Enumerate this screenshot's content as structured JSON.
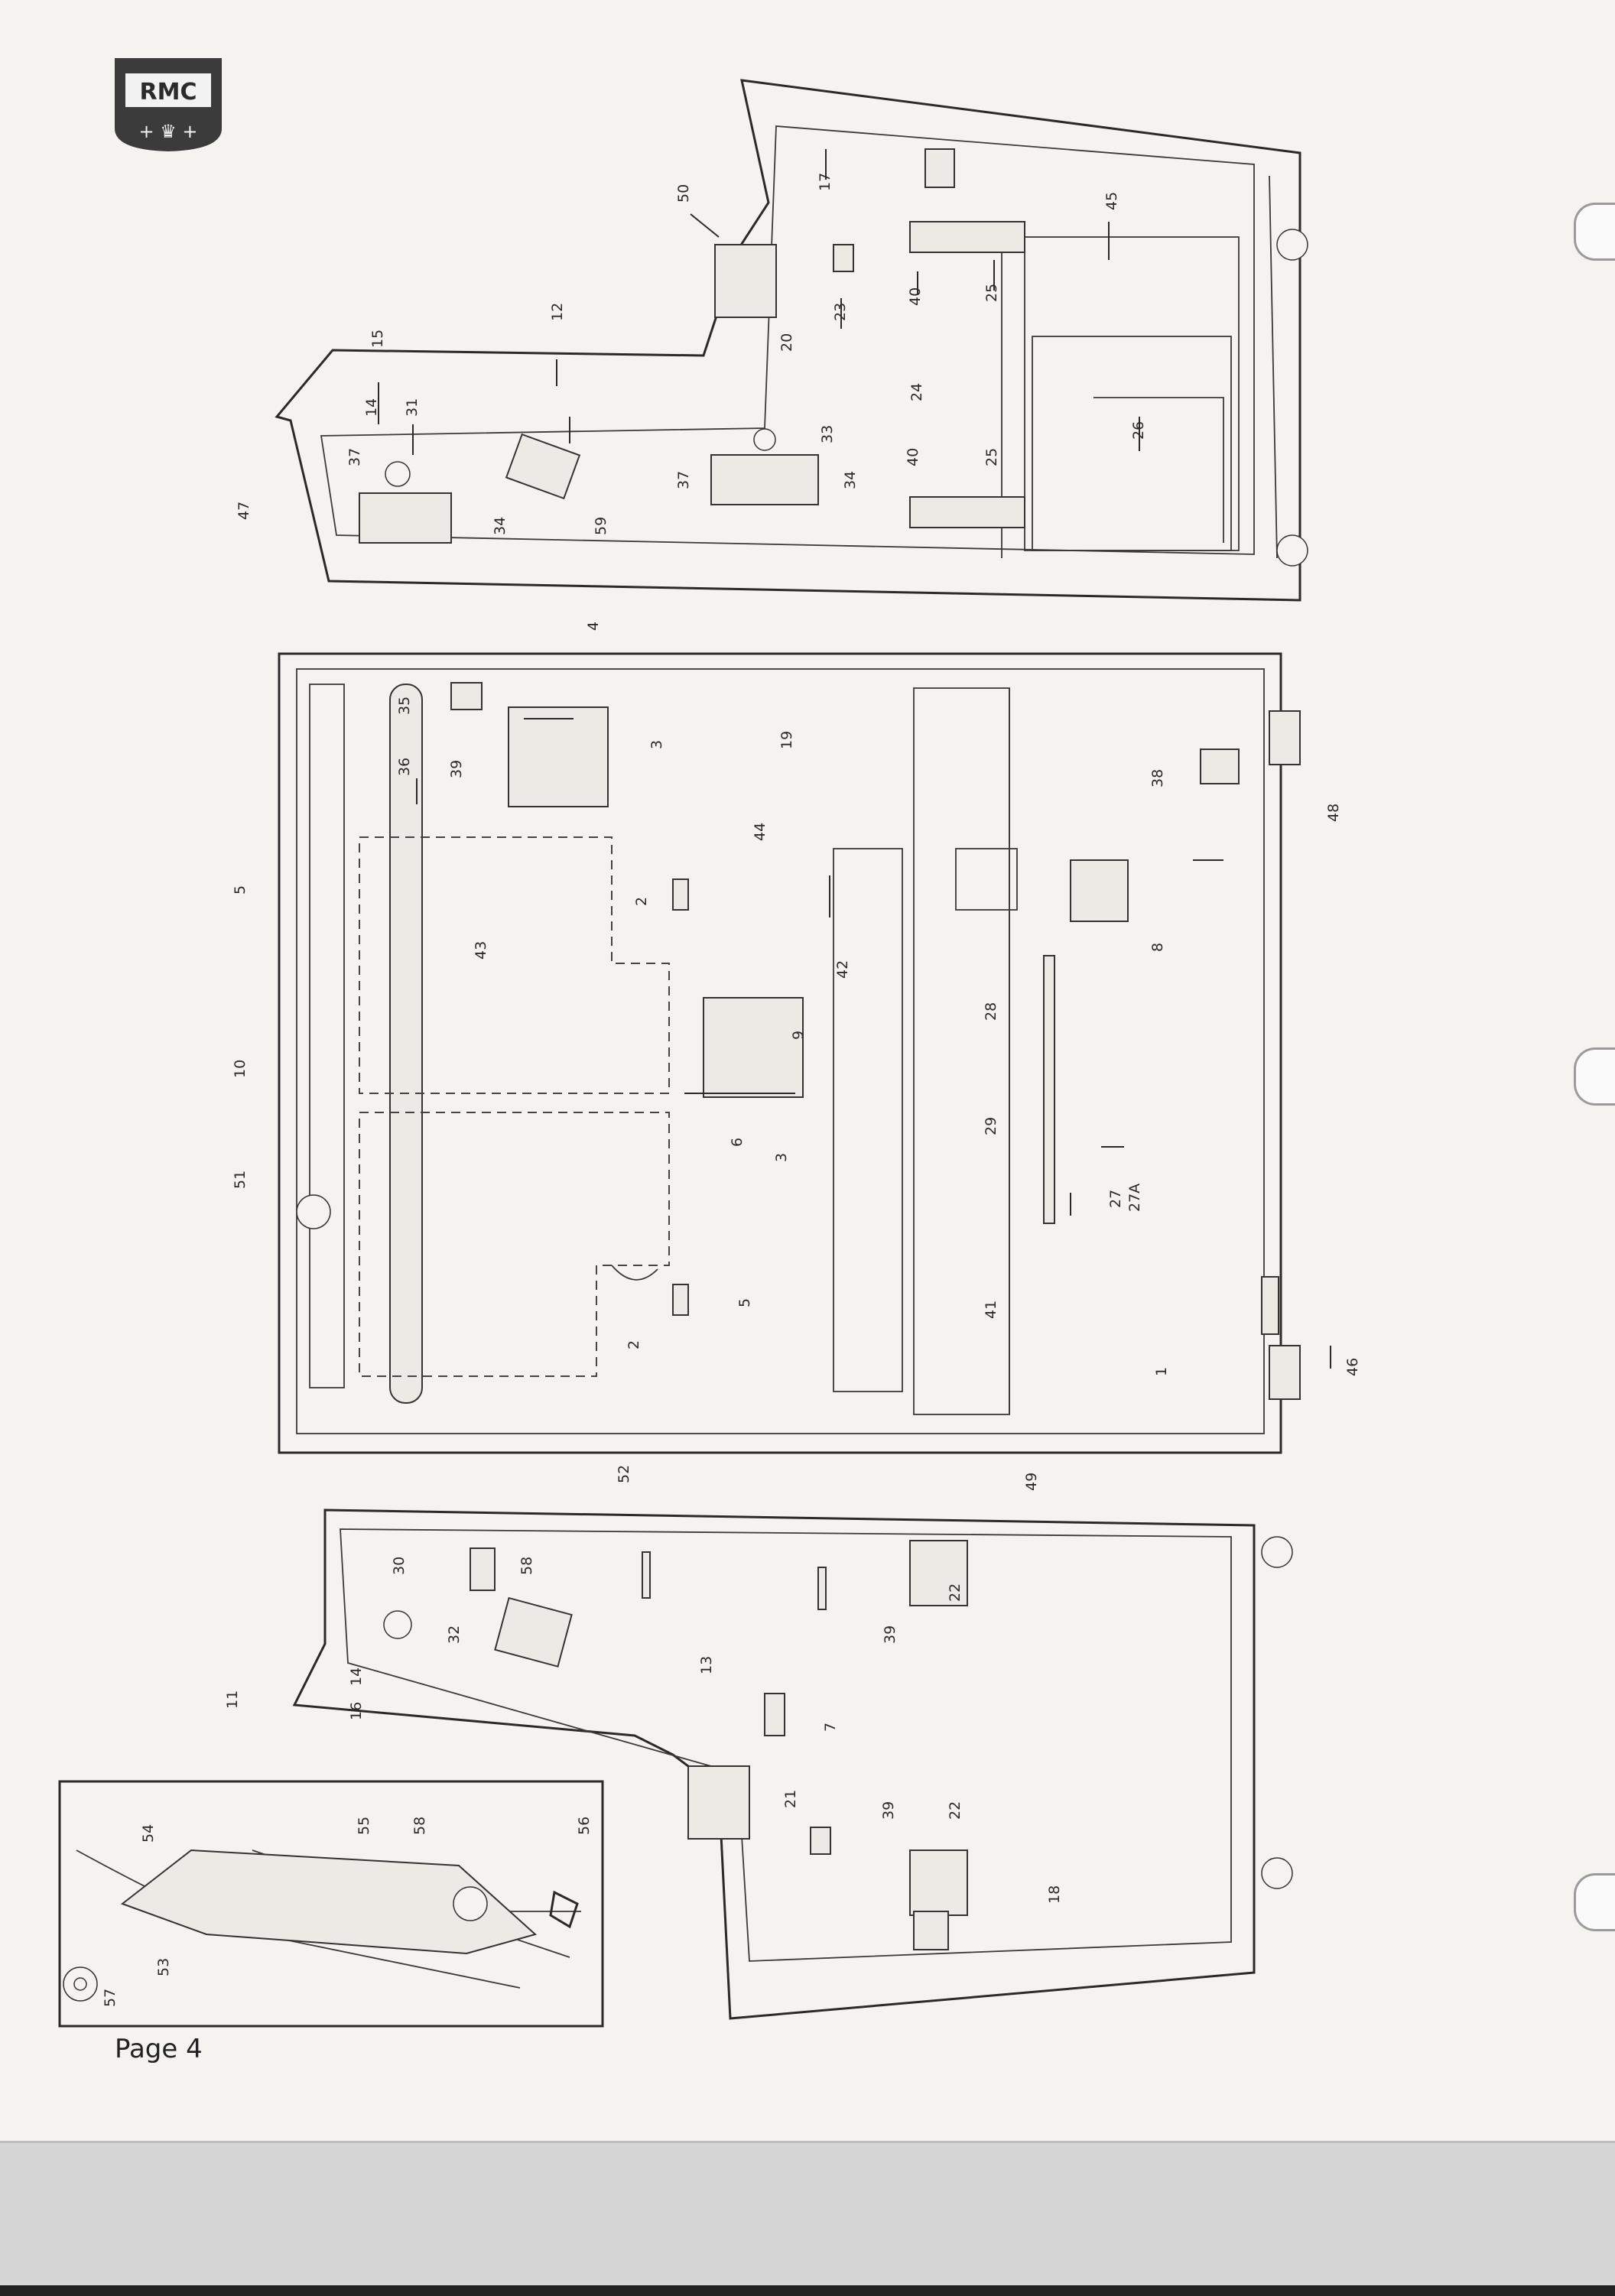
{
  "page": {
    "label": "Page 4"
  },
  "logo": {
    "text": "RMC"
  },
  "right_side_panel": {
    "callouts": [
      "50",
      "17",
      "45",
      "12",
      "23",
      "20",
      "40",
      "25",
      "15",
      "14",
      "31",
      "24",
      "47",
      "37",
      "33",
      "26",
      "34",
      "40",
      "25",
      "59",
      "37",
      "34",
      "4"
    ]
  },
  "cabinet": {
    "callouts": [
      "35",
      "36",
      "39",
      "3",
      "19",
      "5",
      "44",
      "2",
      "43",
      "42",
      "10",
      "9",
      "6",
      "3",
      "28",
      "29",
      "27",
      "27A",
      "51",
      "8",
      "38",
      "48",
      "5",
      "2",
      "41",
      "49",
      "1",
      "46"
    ]
  },
  "left_side_panel": {
    "callouts": [
      "52",
      "30",
      "58",
      "32",
      "13",
      "39",
      "22",
      "11",
      "14",
      "16",
      "7",
      "21",
      "39",
      "22",
      "18"
    ]
  },
  "inset_detail": {
    "callouts": [
      "54",
      "55",
      "58",
      "56",
      "53",
      "57"
    ]
  }
}
